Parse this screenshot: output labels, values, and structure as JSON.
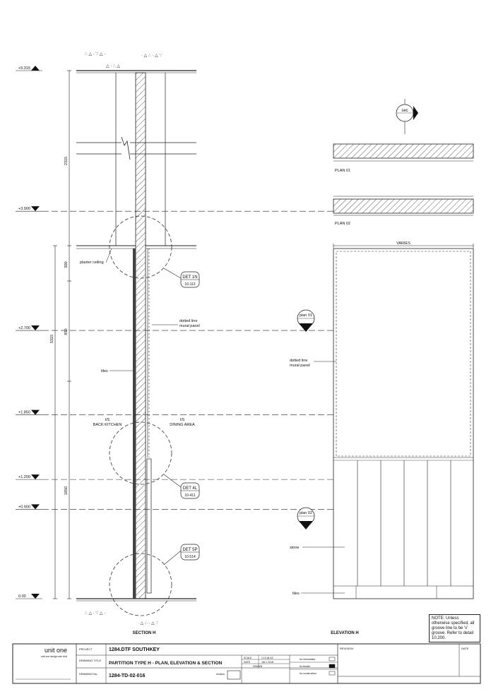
{
  "levels": [
    {
      "label": "+5.315",
      "y_m": 5.315
    },
    {
      "label": "+3.900",
      "y_m": 3.9
    },
    {
      "label": "+2.700",
      "y_m": 2.7
    },
    {
      "label": "+1.850",
      "y_m": 1.85
    },
    {
      "label": "+1.200",
      "y_m": 1.2
    },
    {
      "label": "+0.900",
      "y_m": 0.9
    },
    {
      "label": "0.00",
      "y_m": 0.0
    }
  ],
  "dimensions": {
    "d2315": "2315",
    "d5315": "5315",
    "d300": "300",
    "d850": "850",
    "d1850": "1850"
  },
  "section": {
    "labels": {
      "plaster_ceiling": "plaster ceiling",
      "dotted_line": "dotted line",
      "mural_panel": "mural panel",
      "tiles": "tiles",
      "is_left": "I/S",
      "back_kitchen": "BACK KITCHEN",
      "is_right": "I/S",
      "dining_area": "DINING AREA"
    },
    "details": [
      {
        "top": "DET 1N",
        "bottom": "10-113"
      },
      {
        "top": "DET 4L",
        "bottom": "10-411"
      },
      {
        "top": "DET 5P",
        "bottom": "10-514"
      }
    ],
    "title": "SECTION H"
  },
  "elevation": {
    "sec_marker": "sec",
    "plan01_label": "PLAN 01",
    "plan02_label": "PLAN 02",
    "varies": "VARIES",
    "plan01_marker": "plan 01",
    "plan02_marker": "plan 02",
    "dotted_line": "dotted line",
    "mural_panel": "mural panel",
    "stone": "stone",
    "tiles": "tiles",
    "title": "ELEVATION H"
  },
  "note": "NOTE: Unless otherwise specified, all groove line to be 'v' groove. Refer to detail 10.200.",
  "title_block": {
    "company": "unit one",
    "company_sub": "unit one design sdn bhd",
    "project_label": "PROJECT",
    "project": "1284.DTF SOUTHKEY",
    "drawing_title_label": "DRAWING TITLE",
    "drawing_title": "PARTITION TYPE H - PLAN, ELEVATION & SECTION",
    "drawing_no_label": "DRAWING No.",
    "drawing_no": "1284-TD-02-016",
    "revision_label": "revision",
    "scale_label": "SCALE",
    "scale": "1:10 @ A3",
    "date_label": "DATE",
    "date": "JULY 2018",
    "drawn_label": "DRAWN",
    "status_info": "for information",
    "status_tender": "for tender",
    "status_construction": "for construction",
    "revision_header": "REVISION",
    "date_header": "DATE"
  }
}
